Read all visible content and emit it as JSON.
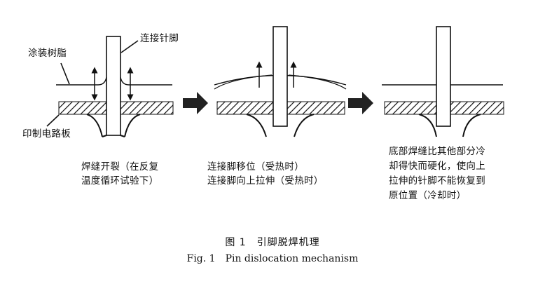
{
  "labels": {
    "coating_resin": "涂装树脂",
    "connecting_pin": "连接针脚",
    "pcb": "印制电路板"
  },
  "captions": {
    "stage1": [
      "焊缝开裂（在反复",
      "温度循环试验下）"
    ],
    "stage2": [
      "连接脚移位（受热时）",
      "连接脚向上拉伸（受热时）"
    ],
    "stage3": [
      "底部焊缝比其他部分冷",
      "却得快而硬化，使向上",
      "拉伸的针脚不能恢复到",
      "原位置（冷却时）"
    ]
  },
  "figure": {
    "title_cn": "图 1　引脚脱焊机理",
    "title_en": "Fig. 1　Pin dislocation mechanism"
  },
  "colors": {
    "ink": "#111111",
    "paper": "#ffffff"
  }
}
